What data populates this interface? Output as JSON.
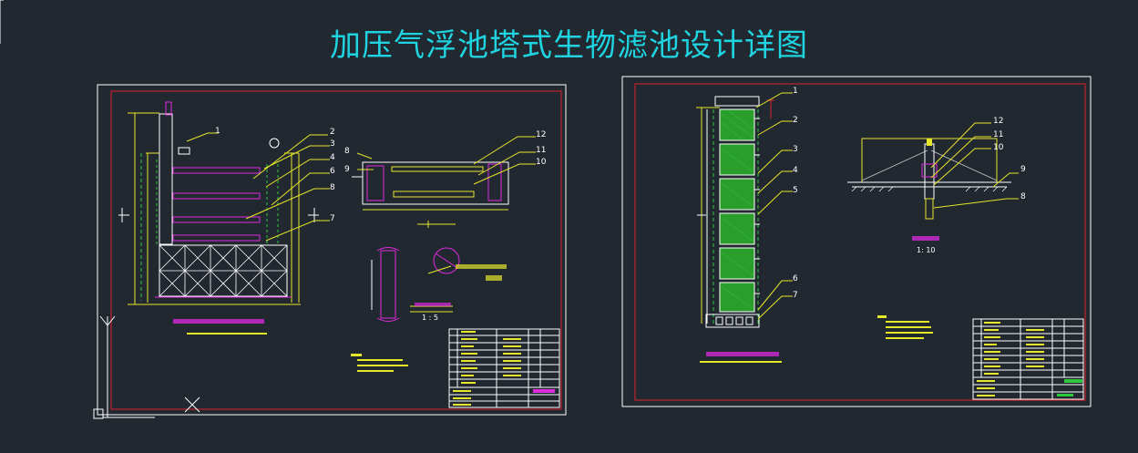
{
  "drawing": {
    "title": "加压气浮池塔式生物滤池设计详图",
    "colors": {
      "background": "#212830",
      "frame_white": "#ffffff",
      "frame_red": "#e0202a",
      "cyan": "#1fd4e0",
      "yellow": "#e6e62a",
      "green": "#2ec83c",
      "magenta": "#e02ae0",
      "grey_line": "#c8c8c8"
    },
    "left_sheet": {
      "callouts": [
        "1",
        "2",
        "3",
        "4",
        "6",
        "8",
        "7"
      ],
      "section_callouts": [
        "8",
        "9",
        "12",
        "11",
        "10"
      ],
      "scale_small": "1 : 5"
    },
    "right_sheet": {
      "callouts": [
        "1",
        "2",
        "3",
        "4",
        "5",
        "6",
        "7"
      ],
      "detail_callouts": [
        "12",
        "11",
        "10",
        "9",
        "8"
      ],
      "detail_scale": "1: 10"
    }
  }
}
